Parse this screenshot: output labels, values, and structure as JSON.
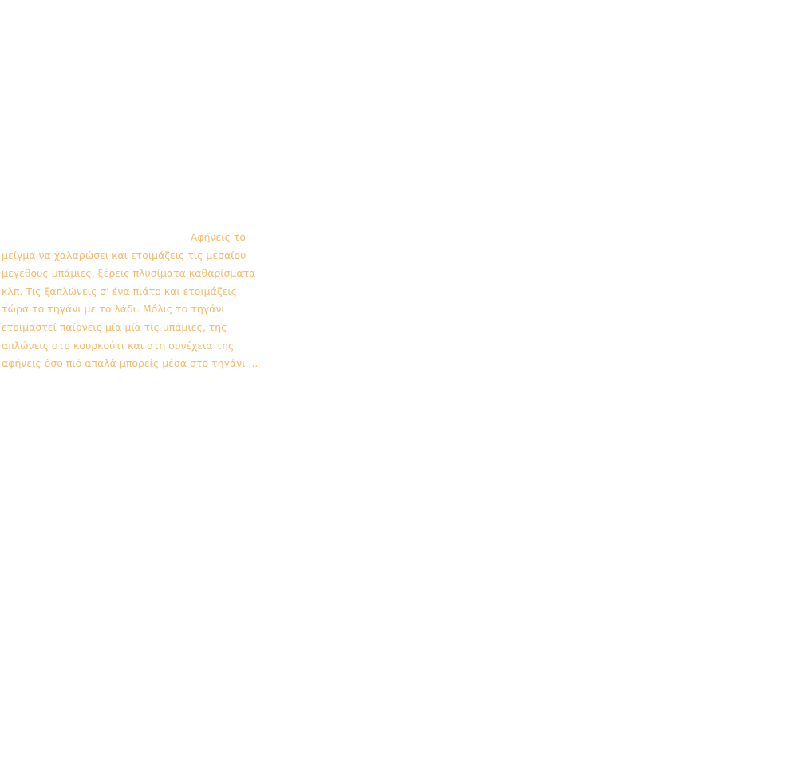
{
  "document": {
    "paragraph": {
      "lines": [
        "Αφήνεις το",
        "μείγμα να χαλαρώσει και ετοιμάζεις τις μεσαίου",
        "μεγέθους μπάμιες, ξέρεις πλυσίματα καθαρίσματα",
        "κλπ. Τις ξαπλώνεις σ' ένα πιάτο και ετοιμάζεις",
        "τώρα το τηγάνι με το λάδι. Μόλις το τηγάνι",
        "ετοιμαστεί παίρνεις μία μία τις μπάμιες, της",
        "απλώνεις στο κουρκούτι και στη συνέχεια της",
        "αφήνεις όσο πιό απαλά μπορείς μέσα στο τηγάνι...."
      ]
    }
  },
  "colors": {
    "text": "#f8b96a",
    "background": "#ffffff"
  }
}
